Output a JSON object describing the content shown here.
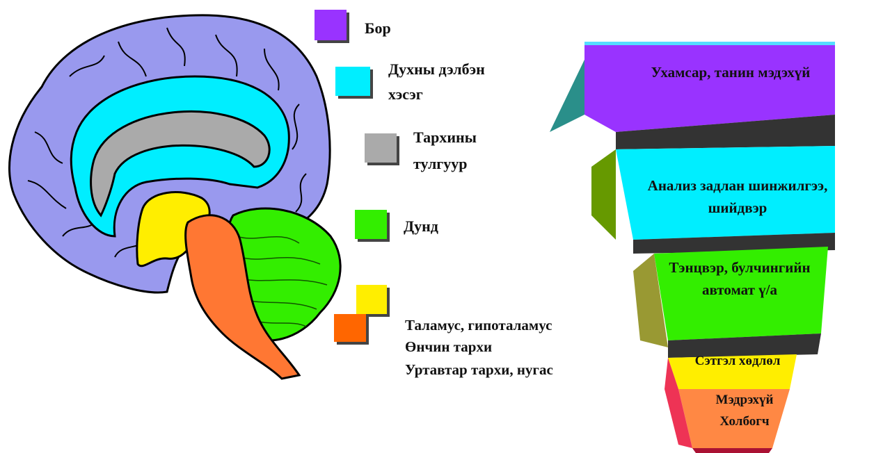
{
  "legend": {
    "cortex": "Бор",
    "limbic": "Духны дэлбэн хэсэг",
    "limbic_line1": "Духны дэлбэн",
    "limbic_line2": "хэсэг",
    "brainstem_line1": "Тархины",
    "brainstem_line2": "тулгуур",
    "middle": "Дунд",
    "thalamus": "Таламус, гипоталамус",
    "midbrain": "Өнчин тархи",
    "medulla": "Уртавтар тархи, нугас"
  },
  "pyramid": {
    "level1": "Ухамсар, танин мэдэхүй",
    "level2_line1": "Анализ задлан шинжилгээ,",
    "level2_line2": "шийдвэр",
    "level3_line1": "Тэнцвэр, булчингийн",
    "level3_line2": "автомат ү/а",
    "level4": "Сэтгэл хөдлөл",
    "level5_line1": "Мэдрэхүй",
    "level5_line2": "Холбогч"
  },
  "colors": {
    "purple": "#9933ff",
    "cyan": "#00eeff",
    "gray": "#aaaaaa",
    "green": "#33ee00",
    "yellow": "#ffee00",
    "orange": "#ff7733",
    "red": "#ee3355",
    "brain_blue": "#9999ee"
  }
}
